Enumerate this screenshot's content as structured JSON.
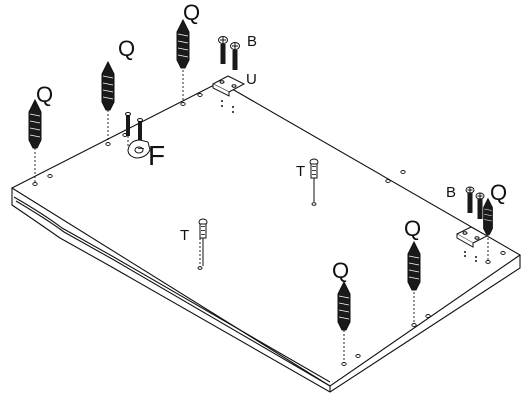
{
  "labels": {
    "q": "Q",
    "b": "B",
    "u": "U",
    "f": "F",
    "t": "T"
  },
  "colors": {
    "line": "#111111",
    "panel": "#ffffff",
    "part_fill": "#1a1a1a"
  },
  "parts": {
    "dowel": "dowel-icon",
    "screw": "screw-icon",
    "bracket": "bracket-icon",
    "cam_lock": "cam-lock-icon"
  }
}
